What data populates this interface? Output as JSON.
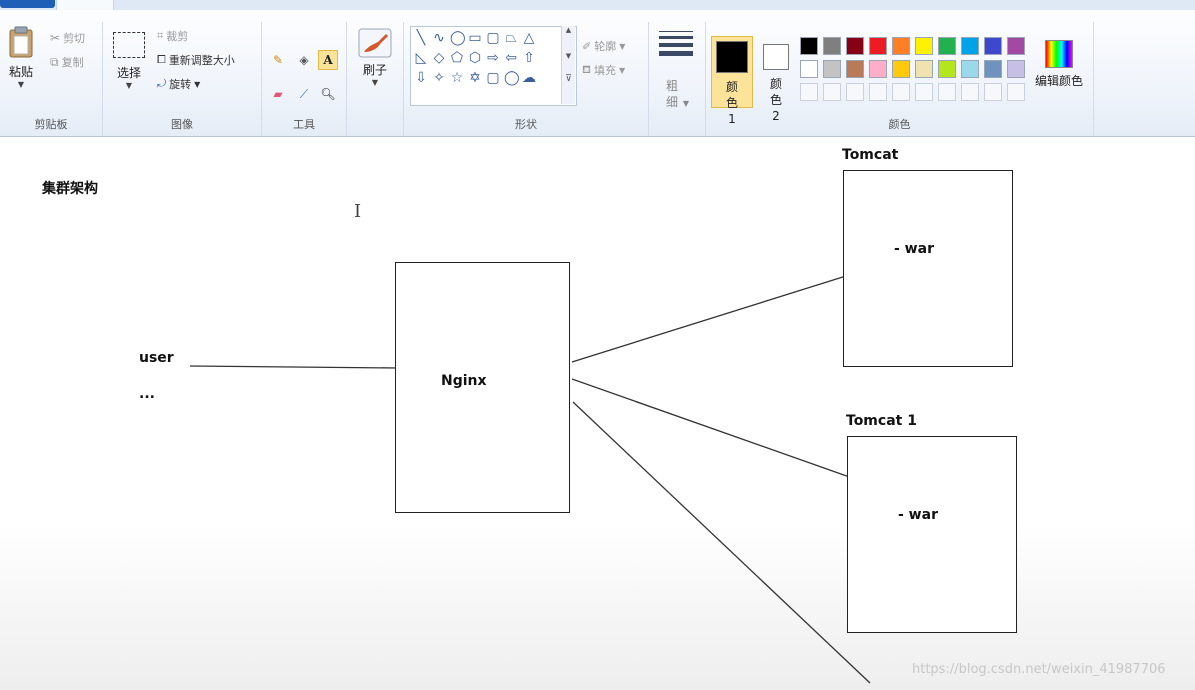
{
  "ribbon": {
    "groups": {
      "clipboard": {
        "label": "剪贴板",
        "paste": "粘贴",
        "cut": "剪切",
        "copy": "复制"
      },
      "image": {
        "label": "图像",
        "select": "选择",
        "crop": "裁剪",
        "resize": "重新调整大小",
        "rotate": "旋转"
      },
      "tools": {
        "label": "工具",
        "text_tool": "A"
      },
      "brush": {
        "label": "刷子"
      },
      "shapes": {
        "label": "形状",
        "outline": "轮廓",
        "fill": "填充"
      },
      "size": {
        "label": "粗细"
      },
      "colors": {
        "label": "颜色",
        "color1": "颜色 1",
        "color2": "颜色 2",
        "edit": "编辑颜色",
        "color1_value": "#000000",
        "color2_value": "#ffffff",
        "palette_row1": [
          "#000000",
          "#7f7f7f",
          "#880015",
          "#ed1c24",
          "#ff7f27",
          "#fff200",
          "#22b14c",
          "#00a2e8",
          "#3f48cc",
          "#a349a4"
        ],
        "palette_row2": [
          "#ffffff",
          "#c3c3c3",
          "#b97a57",
          "#ffaec9",
          "#ffc90e",
          "#efe4b0",
          "#b5e61d",
          "#99d9ea",
          "#7092be",
          "#c8bfe7"
        ]
      }
    }
  },
  "canvas": {
    "heading": "集群架构",
    "user_label": "user",
    "ellipsis": "...",
    "nginx": {
      "label": "Nginx"
    },
    "tomcat_a": {
      "title": "Tomcat",
      "content": "- war"
    },
    "tomcat_b": {
      "title": "Tomcat 1",
      "content": "- war"
    }
  },
  "watermark": "https://blog.csdn.net/weixin_41987706"
}
